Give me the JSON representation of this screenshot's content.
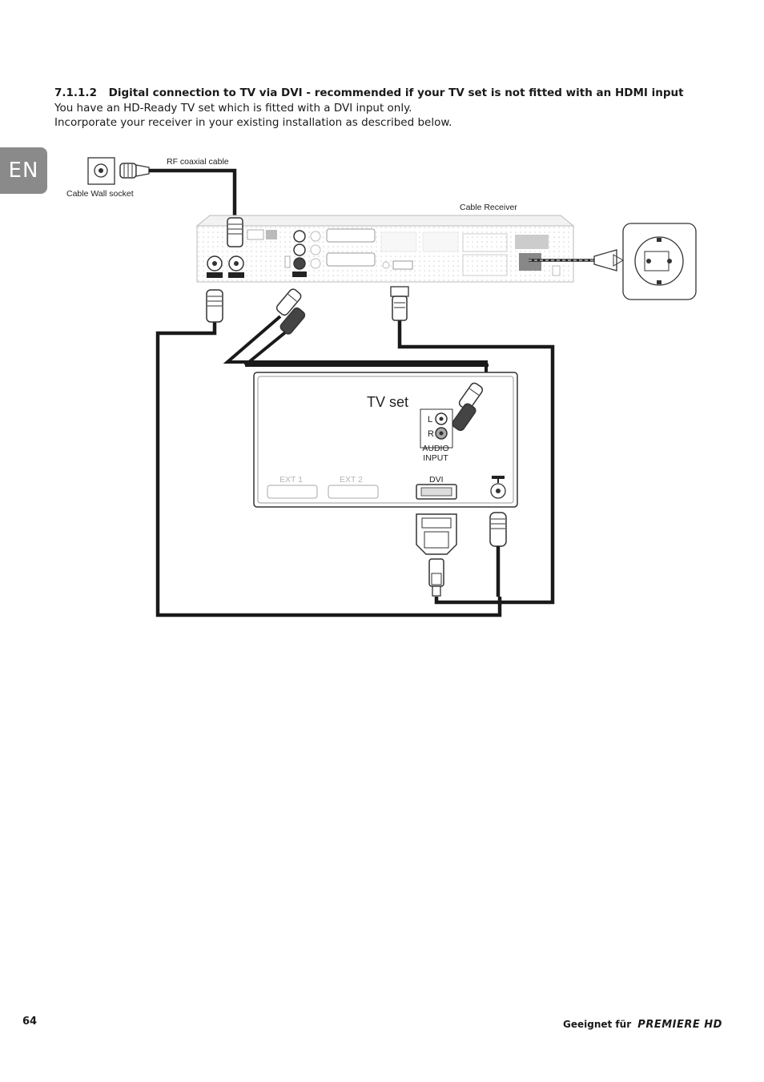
{
  "language_tab": "EN",
  "section": {
    "number": "7.1.1.2",
    "title": "Digital connection to TV via DVI - recommended if your TV set is not fitted with an HDMI input"
  },
  "intro": [
    "You have an HD-Ready TV set which is fitted with a DVI input only.",
    "Incorporate your receiver in your existing installation as described below."
  ],
  "diagram": {
    "labels": {
      "rf_cable": "RF coaxial cable",
      "wall_socket": "Cable Wall socket",
      "receiver": "Cable Receiver",
      "tv_set": "TV set",
      "audio_left": "L",
      "audio_right": "R",
      "audio_input_line1": "AUDIO",
      "audio_input_line2": "INPUT",
      "ext1": "EXT 1",
      "ext2": "EXT 2",
      "dvi": "DVI"
    },
    "cable_color": "#1a1a1a",
    "faint_label_color": "#b5b5b5"
  },
  "footer": {
    "page_number": "64",
    "suitable_for": "Geeignet für",
    "brand": "PREMIERE HD"
  }
}
